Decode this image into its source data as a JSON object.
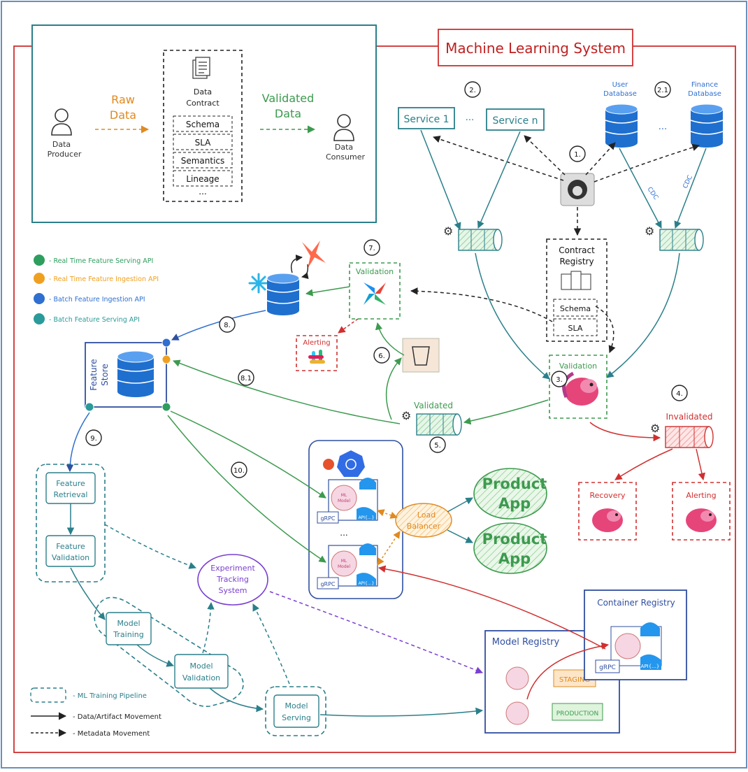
{
  "title": "Machine Learning System",
  "contract_box": {
    "producer": [
      "Data",
      "Producer"
    ],
    "raw_data": [
      "Raw",
      "Data"
    ],
    "contract_title": [
      "Data",
      "Contract"
    ],
    "items": [
      "Schema",
      "SLA",
      "Semantics",
      "Lineage",
      "..."
    ],
    "validated_data": [
      "Validated",
      "Data"
    ],
    "consumer": [
      "Data",
      "Consumer"
    ]
  },
  "sources": {
    "service1": "Service 1",
    "service_n": "Service n",
    "ellipsis": "...",
    "user_db": [
      "User",
      "Database"
    ],
    "finance_db": [
      "Finance",
      "Database"
    ],
    "cdc": "CDC"
  },
  "contract_registry": {
    "title": [
      "Contract",
      "Registry"
    ],
    "schema": "Schema",
    "sla": "SLA"
  },
  "step_numbers": [
    "1.",
    "2.",
    "2.1",
    "3.",
    "4.",
    "5.",
    "6.",
    "7.",
    "8.",
    "8.1",
    "9.",
    "10."
  ],
  "legend_apis": [
    {
      "label": "- Real Time Feature Serving API",
      "color": "#2e9e5e"
    },
    {
      "label": "- Real Time Feature Ingestion API",
      "color": "#f0a020"
    },
    {
      "label": "- Batch Feature Ingestion API",
      "color": "#2f6fcf"
    },
    {
      "label": "- Batch Feature Serving API",
      "color": "#2a9a9a"
    }
  ],
  "labels": {
    "validation": "Validation",
    "alerting": "Alerting",
    "validated": "Validated",
    "invalidated": "Invalidated",
    "recovery": "Recovery",
    "feature_store": [
      "Feature",
      "Store"
    ],
    "feature_retrieval": [
      "Feature",
      "Retrieval"
    ],
    "feature_validation": [
      "Feature",
      "Validation"
    ],
    "model_training": [
      "Model",
      "Training"
    ],
    "model_validation": [
      "Model",
      "Validation"
    ],
    "model_serving": [
      "Model",
      "Serving"
    ],
    "experiment_tracking": [
      "Experiment",
      "Tracking",
      "System"
    ],
    "load_balancer": [
      "Load",
      "Balancer"
    ],
    "product_app": [
      "Product",
      "App"
    ],
    "model_registry": "Model Registry",
    "container_registry": "Container Registry",
    "staging": "STAGING",
    "production": "PRODUCTION",
    "grpc": "gRPC",
    "api": "API{...}",
    "ml_model": [
      "ML",
      "Model"
    ]
  },
  "legend_bottom": [
    "- ML Training Pipeline",
    "- Data/Artifact Movement",
    "- Metadata Movement"
  ],
  "colors": {
    "teal": "#2a7f8a",
    "green": "#3d9a4f",
    "red": "#d03030",
    "orange": "#e08a20",
    "blue": "#2f4fa0",
    "purple": "#7a3fd0",
    "dbblue": "#1f6fcf"
  }
}
